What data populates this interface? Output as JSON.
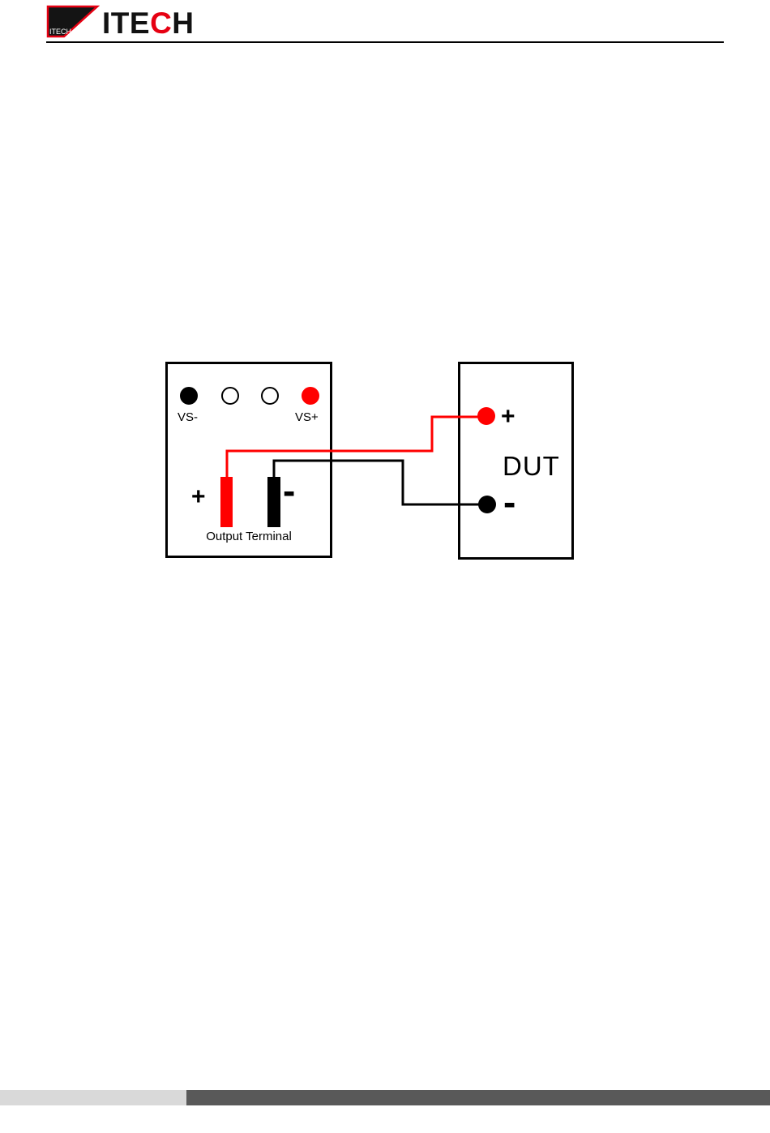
{
  "header": {
    "logo": {
      "flag_text": "ITECH",
      "wordmark_left": "ITE",
      "wordmark_accent": "C",
      "wordmark_right": "H"
    }
  },
  "colors": {
    "brand_red": "#e60012",
    "wire_red": "#ff0000",
    "ink": "#000000",
    "white": "#ffffff",
    "footer_light": "#d9d9d9",
    "footer_dark": "#595959"
  },
  "diagram": {
    "power_supply": {
      "sense_terminals": [
        {
          "label": "VS-",
          "fill": "#000000"
        },
        {
          "label": "",
          "fill": "#ffffff"
        },
        {
          "label": "",
          "fill": "#ffffff"
        },
        {
          "label": "VS+",
          "fill": "#ff0000"
        }
      ],
      "positive_sign": "+",
      "negative_sign": "-",
      "output_terminal_label": "Output Terminal"
    },
    "dut": {
      "name": "DUT",
      "positive_sign": "+",
      "negative_sign": "-"
    }
  }
}
